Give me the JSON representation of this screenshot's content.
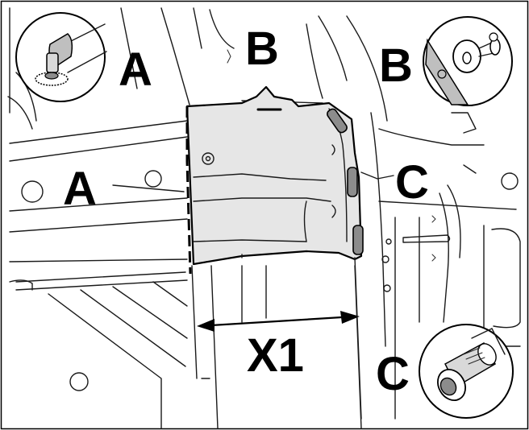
{
  "labels": {
    "a_inset": "A",
    "b_main": "B",
    "b_inset": "B",
    "a_main": "A",
    "c_main": "C",
    "x1": "X1",
    "c_inset": "C"
  },
  "colors": {
    "line": "#1a1a1a",
    "panel_fill": "#e6e6e6",
    "clip_fill": "#8c8c8c"
  },
  "icons": {
    "a_inset": "fastener-a-detail-icon",
    "b_inset": "clip-b-detail-icon",
    "c_inset": "clip-c-detail-icon"
  }
}
